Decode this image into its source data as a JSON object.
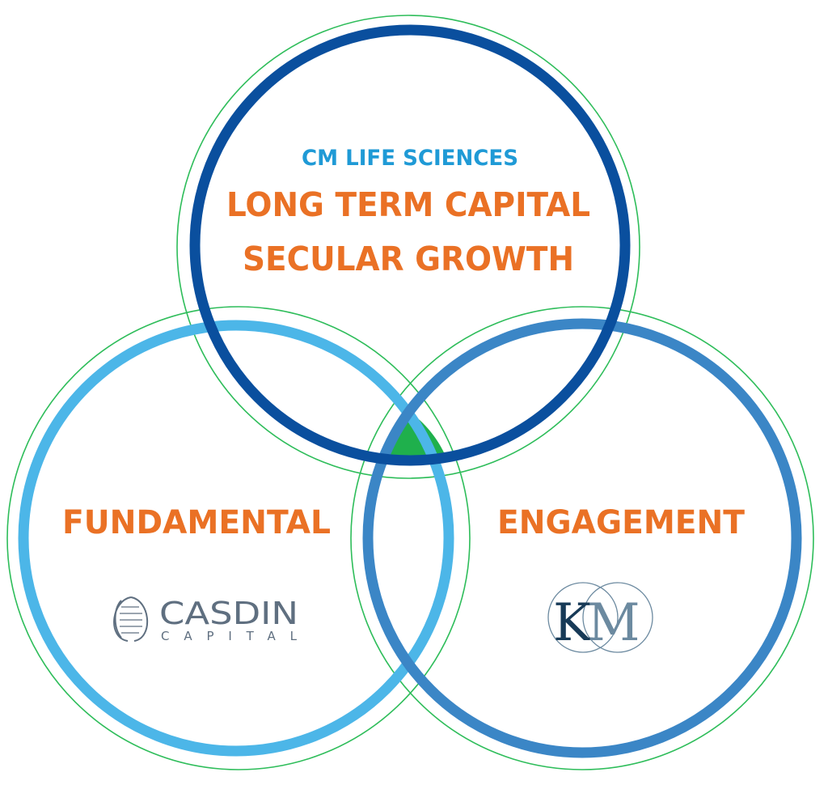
{
  "top_circle": {
    "subtitle": "CM LIFE SCIENCES",
    "line1": "LONG TERM CAPITAL",
    "line2": "SECULAR GROWTH"
  },
  "left_circle": {
    "label": "FUNDAMENTAL",
    "logo": {
      "name_line1": "CASDIN",
      "name_line2": "CAPITAL",
      "icon": "helix-icon"
    }
  },
  "right_circle": {
    "label": "ENGAGEMENT",
    "logo": {
      "letters_k": "K",
      "letters_m": "M",
      "icon": "km-rings-icon"
    }
  },
  "colors": {
    "top_ring": "#0a4f9e",
    "left_ring": "#4cb6e8",
    "right_ring": "#3b86c6",
    "outline": "#2ebd5a",
    "center": "#1fb04c",
    "label": "#ea7125",
    "subtitle": "#1f9ad6",
    "logo_text": "#5f6f80",
    "km_dark": "#173a57",
    "km_light": "#6c8aa0"
  }
}
